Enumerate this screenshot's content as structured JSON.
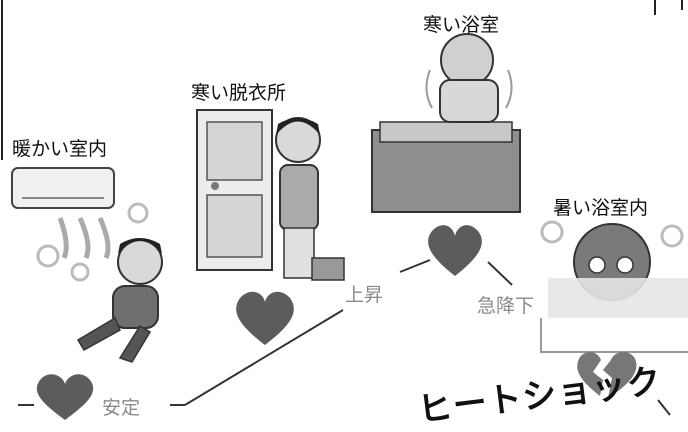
{
  "labels": {
    "warm_room": "暖かい室内",
    "cold_dressing_room": "寒い脱衣所",
    "cold_bathroom": "寒い浴室",
    "hot_bathroom": "暑い浴室内"
  },
  "flow": {
    "stable": "安定",
    "rise": "上昇",
    "sharp_drop": "急降下"
  },
  "banner": "ヒートショック",
  "colors": {
    "heart": "#5c5c5c",
    "line": "#333333",
    "illustration_light": "#e2e2e2",
    "illustration_mid": "#b5b5b5",
    "illustration_dark": "#4a4a4a"
  }
}
